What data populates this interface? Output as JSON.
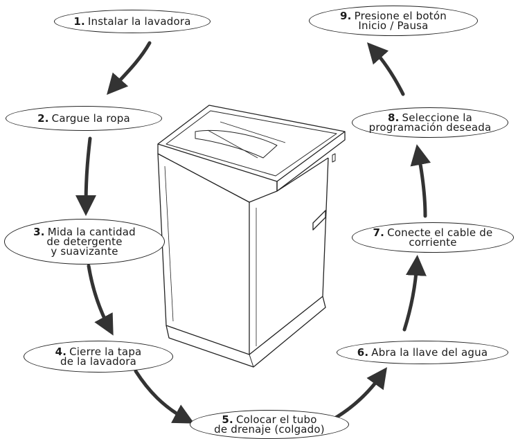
{
  "diagram": {
    "colors": {
      "stroke": "#222222",
      "arrow": "#333333",
      "background": "#ffffff"
    },
    "image": "washing-machine-top-load",
    "steps": [
      {
        "num": "1.",
        "lines": [
          "Instalar la lavadora"
        ]
      },
      {
        "num": "2.",
        "lines": [
          "Cargue la ropa"
        ]
      },
      {
        "num": "3.",
        "lines": [
          "Mida la cantidad",
          "de detergente",
          "y suavizante"
        ]
      },
      {
        "num": "4.",
        "lines": [
          "Cierre la tapa",
          "de la lavadora"
        ]
      },
      {
        "num": "5.",
        "lines": [
          "Colocar el tubo",
          "de drenaje (colgado)"
        ]
      },
      {
        "num": "6.",
        "lines": [
          "Abra la llave del agua"
        ]
      },
      {
        "num": "7.",
        "lines": [
          "Conecte el cable de",
          "corriente"
        ]
      },
      {
        "num": "8.",
        "lines": [
          "Seleccione la",
          "programación deseada"
        ]
      },
      {
        "num": "9.",
        "lines": [
          "Presione el botón",
          "Inicio / Pausa"
        ]
      }
    ]
  }
}
